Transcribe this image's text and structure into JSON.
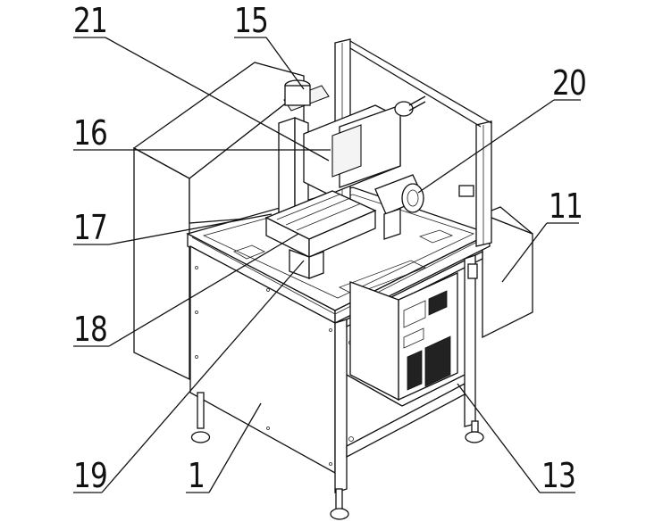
{
  "labels": {
    "l21": "21",
    "l15": "15",
    "l20": "20",
    "l16": "16",
    "l17": "17",
    "l11": "11",
    "l18": "18",
    "l19": "19",
    "l1": "1",
    "l13": "13"
  }
}
